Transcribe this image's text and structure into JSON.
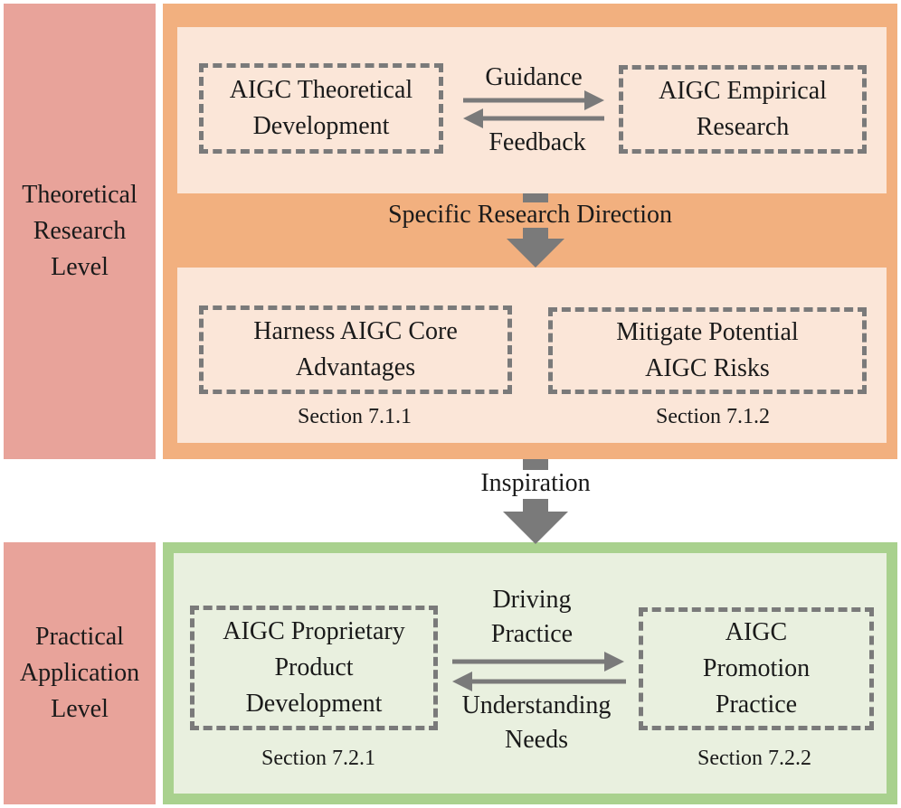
{
  "colors": {
    "level_label_bg": "#e8a39a",
    "theory_panel_border": "#f2b07f",
    "theory_panel_fill": "#fbe6d8",
    "practice_panel_border": "#a9d18e",
    "practice_panel_fill": "#e9f0df",
    "connector": "#7a7a7a",
    "dashed_border": "#7a7a7a"
  },
  "levels": {
    "theoretical": [
      "Theoretical",
      "Research",
      "Level"
    ],
    "practical": [
      "Practical",
      "Application",
      "Level"
    ]
  },
  "theory": {
    "top_left": [
      "AIGC Theoretical",
      "Development"
    ],
    "top_right": [
      "AIGC Empirical",
      "Research"
    ],
    "guidance": "Guidance",
    "feedback": "Feedback",
    "direction": "Specific Research Direction",
    "bottom_left": [
      "Harness AIGC Core",
      "Advantages"
    ],
    "bottom_right": [
      "Mitigate Potential",
      "AIGC Risks"
    ],
    "section_left": "Section 7.1.1",
    "section_right": "Section 7.1.2"
  },
  "inspiration": "Inspiration",
  "practice": {
    "left": [
      "AIGC Proprietary",
      "Product",
      "Development"
    ],
    "right": [
      "AIGC",
      "Promotion",
      "Practice"
    ],
    "driving": [
      "Driving",
      "Practice"
    ],
    "understanding": [
      "Understanding",
      "Needs"
    ],
    "section_left": "Section 7.2.1",
    "section_right": "Section 7.2.2"
  }
}
